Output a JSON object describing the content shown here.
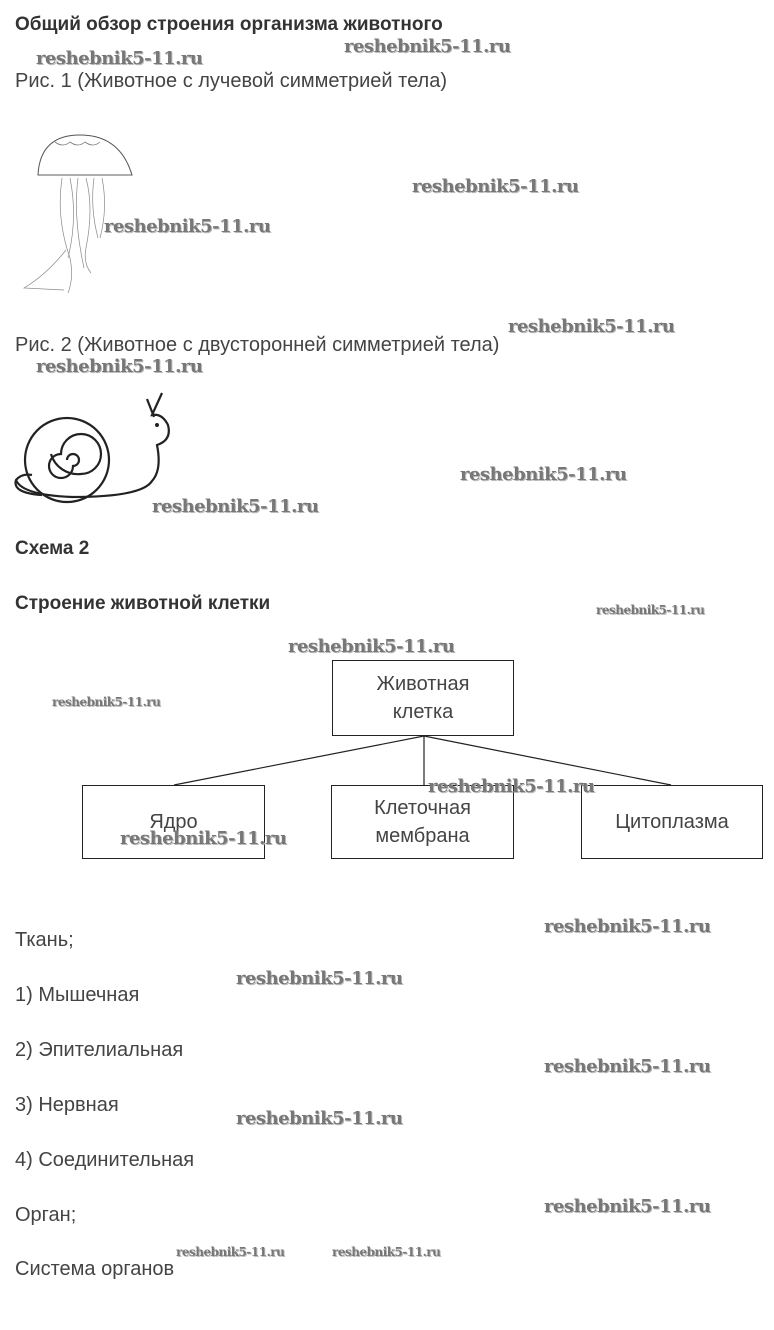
{
  "title": "Общий обзор строения организма животного",
  "fig1_caption": "Рис. 1 (Животное с лучевой симметрией тела)",
  "fig2_caption": "Рис. 2 (Животное с двусторонней симметрией тела)",
  "scheme_label": "Схема 2",
  "scheme_title": "Строение животной клетки",
  "diagram": {
    "root": "Животная клетка",
    "children": [
      "Ядро",
      "Клеточная мембрана",
      "Цитоплазма"
    ]
  },
  "list": {
    "tissue_heading": "Ткань;",
    "items": [
      "1) Мышечная",
      "2) Эпителиальная",
      "3) Нервная",
      "4) Соединительная"
    ],
    "organ": "Орган;",
    "organ_system": "Система органов"
  },
  "watermark": "reshebnik5-11.ru"
}
